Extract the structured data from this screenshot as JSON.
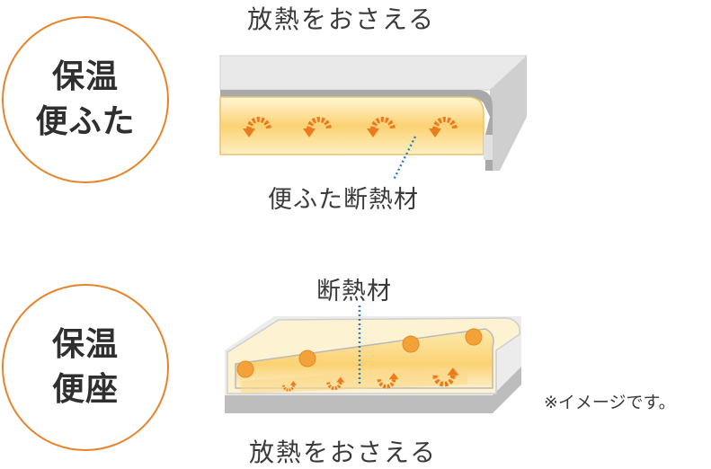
{
  "lid": {
    "circle_label": "保温\n便ふた",
    "title": "放熱をおさえる",
    "insulation_label": "便ふた断熱材"
  },
  "seat": {
    "circle_label": "保温\n便座",
    "title": "放熱をおさえる",
    "insulation_label": "断熱材"
  },
  "note": "※イメージです。",
  "colors": {
    "circle_border": "#e8832a",
    "heat_arrow": "#ee7a1e",
    "heat_glow": "#fbd77a",
    "insulation_fill": "#fdf2cc",
    "shell_gray": "#c9c9c9",
    "shell_light": "#e6e6e6",
    "leader_line": "#2f7fb8"
  },
  "icons": [
    "heat-loop-arrow-icon",
    "insulation-roll-icon"
  ]
}
